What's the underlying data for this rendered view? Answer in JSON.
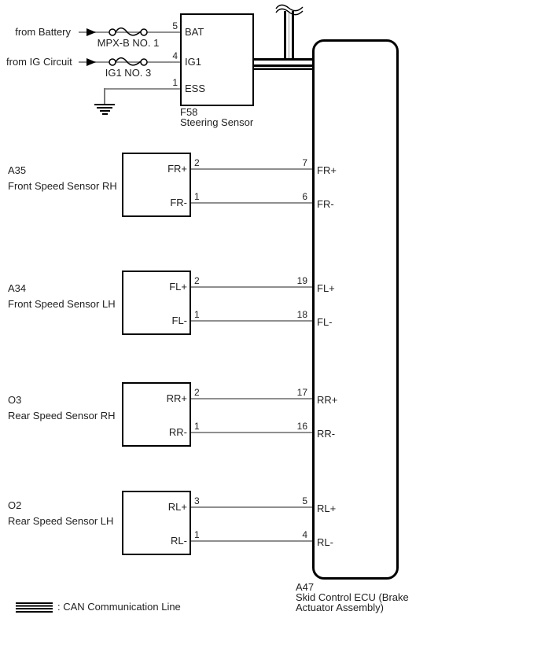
{
  "colors": {
    "wire_gray": "#8f8f8f",
    "line_black": "#000000",
    "background": "#ffffff"
  },
  "steering": {
    "inputs": [
      {
        "source": "from Battery",
        "fuse": "MPX-B NO. 1",
        "pin": "5",
        "port": "BAT"
      },
      {
        "source": "from IG Circuit",
        "fuse": "IG1 NO. 3",
        "pin": "4",
        "port": "IG1"
      }
    ],
    "ground": {
      "pin": "1",
      "port": "ESS"
    },
    "code": "F58",
    "name": "Steering Sensor"
  },
  "sensors": [
    {
      "code": "A35",
      "name": "Front Speed Sensor RH",
      "rows": [
        {
          "sensor_pin": "2",
          "sensor_port": "FR+",
          "ecu_pin": "7",
          "ecu_port": "FR+"
        },
        {
          "sensor_pin": "1",
          "sensor_port": "FR-",
          "ecu_pin": "6",
          "ecu_port": "FR-"
        }
      ]
    },
    {
      "code": "A34",
      "name": "Front Speed Sensor LH",
      "rows": [
        {
          "sensor_pin": "2",
          "sensor_port": "FL+",
          "ecu_pin": "19",
          "ecu_port": "FL+"
        },
        {
          "sensor_pin": "1",
          "sensor_port": "FL-",
          "ecu_pin": "18",
          "ecu_port": "FL-"
        }
      ]
    },
    {
      "code": "O3",
      "name": "Rear Speed Sensor RH",
      "rows": [
        {
          "sensor_pin": "2",
          "sensor_port": "RR+",
          "ecu_pin": "17",
          "ecu_port": "RR+"
        },
        {
          "sensor_pin": "1",
          "sensor_port": "RR-",
          "ecu_pin": "16",
          "ecu_port": "RR-"
        }
      ]
    },
    {
      "code": "O2",
      "name": "Rear Speed Sensor LH",
      "rows": [
        {
          "sensor_pin": "3",
          "sensor_port": "RL+",
          "ecu_pin": "5",
          "ecu_port": "RL+"
        },
        {
          "sensor_pin": "1",
          "sensor_port": "RL-",
          "ecu_pin": "4",
          "ecu_port": "RL-"
        }
      ]
    }
  ],
  "ecu": {
    "code": "A47",
    "name_line1": "Skid Control ECU (Brake",
    "name_line2": "Actuator Assembly)"
  },
  "legend": {
    "can_label": ": CAN Communication Line"
  }
}
